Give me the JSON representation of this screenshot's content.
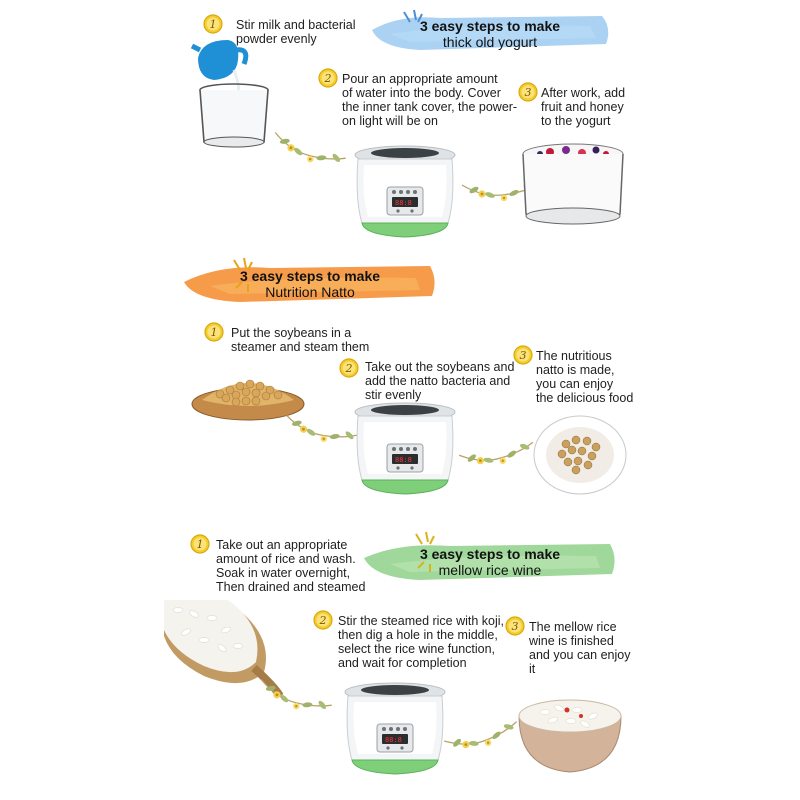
{
  "colors": {
    "blue_banner": "#8fc3ef",
    "orange_banner": "#f4892a",
    "green_banner": "#8fd08a",
    "badge_yellow": "#f2c31b",
    "machine_green": "#7fcf7a"
  },
  "yogurt": {
    "banner_line1": "3 easy steps to make",
    "banner_line2": "thick old yogurt",
    "step1": {
      "num": "1",
      "text": "Stir milk and bacterial\npowder evenly"
    },
    "step2": {
      "num": "2",
      "text": "Pour an appropriate amount\nof water into the body. Cover\nthe inner tank cover, the power-\non light will be on"
    },
    "step3": {
      "num": "3",
      "text": "After work, add\nfruit and honey\nto the yogurt"
    }
  },
  "natto": {
    "banner_line1": "3 easy steps to make",
    "banner_line2": "Nutrition Natto",
    "step1": {
      "num": "1",
      "text": "Put the soybeans in a\nsteamer and steam them"
    },
    "step2": {
      "num": "2",
      "text": "Take out the soybeans and\nadd the natto bacteria and\nstir evenly"
    },
    "step3": {
      "num": "3",
      "text": "The nutritious\nnatto is made,\nyou can enjoy\nthe delicious food"
    }
  },
  "ricewine": {
    "banner_line1": "3 easy steps to make",
    "banner_line2": "mellow rice wine",
    "step1": {
      "num": "1",
      "text": "Take out an appropriate\namount of rice and wash.\nSoak in water overnight,\nThen drained and steamed"
    },
    "step2": {
      "num": "2",
      "text": "Stir the steamed rice with koji,\nthen dig a hole in the middle,\nselect the rice wine function,\nand wait for completion"
    },
    "step3": {
      "num": "3",
      "text": "The mellow rice\nwine is finished\nand you can enjoy\nit"
    }
  }
}
